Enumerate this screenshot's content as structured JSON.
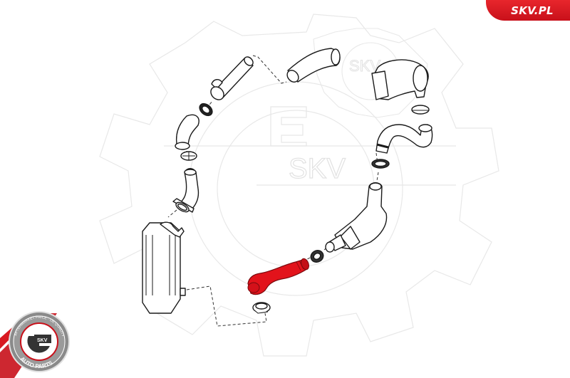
{
  "header": {
    "brand_label": "SKV.PL",
    "brand_color": "#d81921"
  },
  "watermark": {
    "text_large": "SKV",
    "text_small": "SKV",
    "color": "#e6e6e6"
  },
  "diagram": {
    "title": "Intercooler / turbo charge air hose exploded diagram",
    "highlight_color": "#e2131b",
    "line_color": "#1a1a1a",
    "parts": [
      {
        "id": "turbocharger",
        "label": "Turbocharger"
      },
      {
        "id": "upper-hose-bend",
        "label": "Upper hose bend"
      },
      {
        "id": "straight-pipe-with-port",
        "label": "Straight pipe with port"
      },
      {
        "id": "clamp-1",
        "label": "Hose clamp"
      },
      {
        "id": "elbow-hose-left",
        "label": "Elbow hose"
      },
      {
        "id": "clamp-2",
        "label": "Hose clamp"
      },
      {
        "id": "flanged-elbow",
        "label": "Flanged elbow"
      },
      {
        "id": "gasket-ring",
        "label": "Gasket ring"
      },
      {
        "id": "intercooler",
        "label": "Intercooler"
      },
      {
        "id": "clamp-3",
        "label": "Hose clamp"
      },
      {
        "id": "s-hose-right",
        "label": "S-shaped hose"
      },
      {
        "id": "clamp-4",
        "label": "Hose clamp"
      },
      {
        "id": "throttle-pipe",
        "label": "Throttle pipe assembly"
      },
      {
        "id": "clamp-5",
        "label": "Hose clamp"
      },
      {
        "id": "charge-air-hose-highlighted",
        "label": "Charge air hose (highlighted)"
      },
      {
        "id": "clamp-6",
        "label": "Hose clamp"
      }
    ]
  },
  "badge": {
    "top_text": "AFTERMARKET PRICE · OE QUALITY",
    "center_text": "SKV",
    "bottom_text": "AUTO PARTS",
    "color": "#d81921"
  }
}
